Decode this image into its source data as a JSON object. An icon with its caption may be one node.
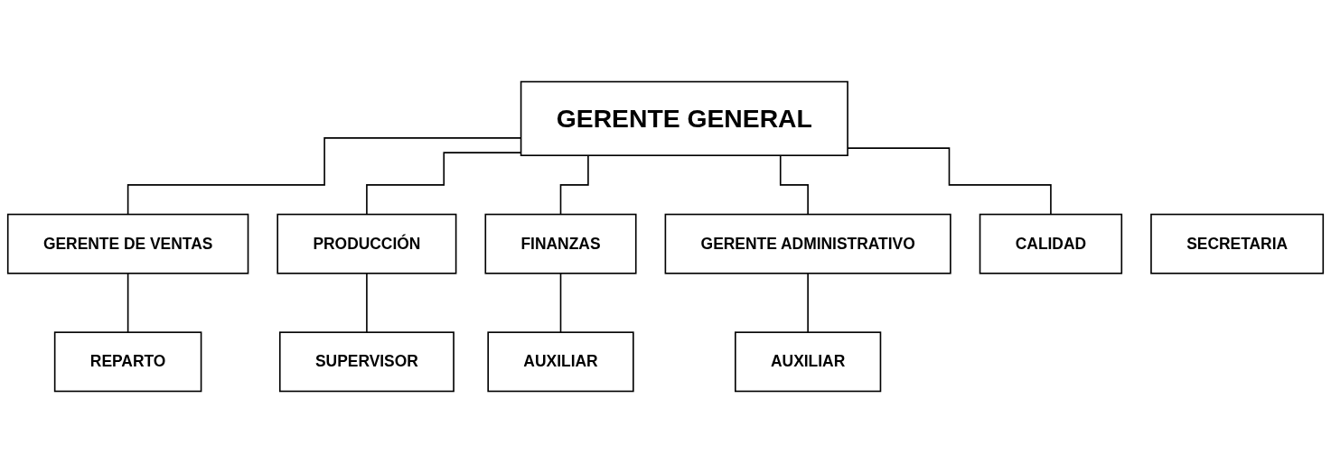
{
  "diagram": {
    "nodes": [
      {
        "text": [
          "GERENTE GENERAL"
        ]
      },
      {
        "text": [
          "GERENTE DE VENTAS"
        ]
      },
      {
        "text": [
          "PRODUCCIÓN"
        ]
      },
      {
        "text": [
          "FINANZAS"
        ]
      },
      {
        "text": [
          "GERENTE ADMINISTRATIVO"
        ]
      },
      {
        "text": [
          "CALIDAD"
        ]
      },
      {
        "text": [
          "SECRETARIA"
        ]
      },
      {
        "text": [
          "SUPERVISOR"
        ]
      },
      {
        "text": [
          "AUXILIAR"
        ]
      },
      {
        "text": [
          "AUXILIAR"
        ]
      },
      {
        "text": [
          "REPARTO"
        ]
      }
    ],
    "edges": [
      {
        "from": 0,
        "to": 1,
        "arrow": "none"
      },
      {
        "from": 0,
        "to": 2,
        "arrow": "none"
      },
      {
        "from": 0,
        "to": 3,
        "arrow": "none"
      },
      {
        "from": 0,
        "to": 4,
        "arrow": "none"
      },
      {
        "from": 0,
        "to": 5,
        "arrow": "none"
      },
      {
        "from": 1,
        "to": 10,
        "arrow": "none"
      },
      {
        "from": 2,
        "to": 7,
        "arrow": "none"
      },
      {
        "from": 3,
        "to": 8,
        "arrow": "none"
      },
      {
        "from": 4,
        "to": 9,
        "arrow": "none"
      }
    ]
  }
}
